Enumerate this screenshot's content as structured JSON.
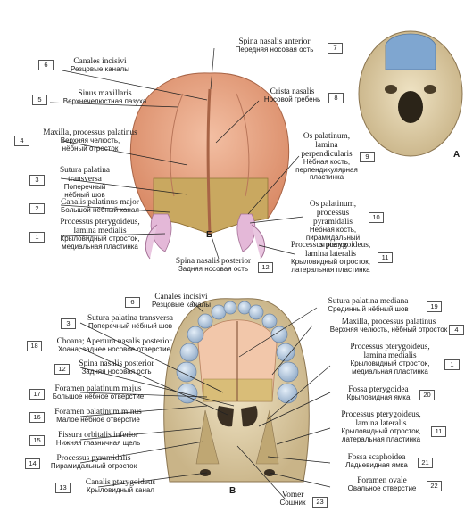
{
  "top_figure": {
    "letter": "Б",
    "labels": [
      {
        "num": "6",
        "lat": "Canales incisivi",
        "rus": "Резцовые каналы"
      },
      {
        "num": "5",
        "lat": "Sinus maxillaris",
        "rus": "Верхнечелюстная пазуха"
      },
      {
        "num": "4",
        "lat": "Maxilla, processus palatinus",
        "rus": "Верхняя челюсть, нёбный отросток"
      },
      {
        "num": "3",
        "lat": "Sutura palatina transversa",
        "rus": "Поперечный нёбный шов"
      },
      {
        "num": "2",
        "lat": "Canalis palatinus major",
        "rus": "Большой нёбный канал"
      },
      {
        "num": "1",
        "lat": "Processus pterygoideus, lamina medialis",
        "rus": "Крыловидный отросток, медиальная пластинка"
      },
      {
        "num": "7",
        "lat": "Spina nasalis anterior",
        "rus": "Передняя носовая ость"
      },
      {
        "num": "8",
        "lat": "Crista nasalis",
        "rus": "Носовой гребень"
      },
      {
        "num": "9",
        "lat": "Os palatinum, lamina perpendicularis",
        "rus": "Нёбная кость, перпендикулярная пластинка"
      },
      {
        "num": "10",
        "lat": "Os palatinum, processus pyramidalis",
        "rus": "Нёбная кость, пирамидальный отросток"
      },
      {
        "num": "11",
        "lat": "Processus pterygoideus, lamina lateralis",
        "rus": "Крыловидный отросток, латеральная пластинка"
      },
      {
        "num": "12",
        "lat": "Spina nasalis posterior",
        "rus": "Задняя носовая ость"
      }
    ]
  },
  "inset_figure": {
    "letter": "А"
  },
  "bottom_figure": {
    "letter": "В",
    "labels": [
      {
        "num": "6",
        "lat": "Canales incisivi",
        "rus": "Резцовые каналы"
      },
      {
        "num": "3",
        "lat": "Sutura palatina transversa",
        "rus": "Поперечный нёбный шов"
      },
      {
        "num": "18",
        "lat": "Choana; Apertura nasalis posterior",
        "rus": "Хоана; заднее носовое отверстие"
      },
      {
        "num": "12",
        "lat": "Spina nasalis posterior",
        "rus": "Задняя носовая ость"
      },
      {
        "num": "17",
        "lat": "Foramen palatinum majus",
        "rus": "Большое нёбное отверстие"
      },
      {
        "num": "16",
        "lat": "Foramen palatinum minus",
        "rus": "Малое нёбное отверстие"
      },
      {
        "num": "15",
        "lat": "Fissura orbitalis inferior",
        "rus": "Нижняя глазничная щель"
      },
      {
        "num": "14",
        "lat": "Processus pyramidalis",
        "rus": "Пирамидальный отросток"
      },
      {
        "num": "13",
        "lat": "Canalis pterygoideus",
        "rus": "Крыловидный канал"
      },
      {
        "num": "19",
        "lat": "Sutura palatina mediana",
        "rus": "Срединный нёбный шов"
      },
      {
        "num": "4",
        "lat": "Maxilla, processus palatinus",
        "rus": "Верхняя челюсть, нёбный отросток"
      },
      {
        "num": "1",
        "lat": "Processus pterygoideus, lamina medialis",
        "rus": "Крыловидный отросток, медиальная пластинка"
      },
      {
        "num": "20",
        "lat": "Fossa pterygoidea",
        "rus": "Крыловидная ямка"
      },
      {
        "num": "11",
        "lat": "Processus pterygoideus, lamina lateralis",
        "rus": "Крыловидный отросток, латеральная пластинка"
      },
      {
        "num": "21",
        "lat": "Fossa scaphoidea",
        "rus": "Ладьевидная ямка"
      },
      {
        "num": "22",
        "lat": "Foramen ovale",
        "rus": "Овальное отверстие"
      },
      {
        "num": "23",
        "lat": "Vomer",
        "rus": "Сошник"
      }
    ]
  }
}
